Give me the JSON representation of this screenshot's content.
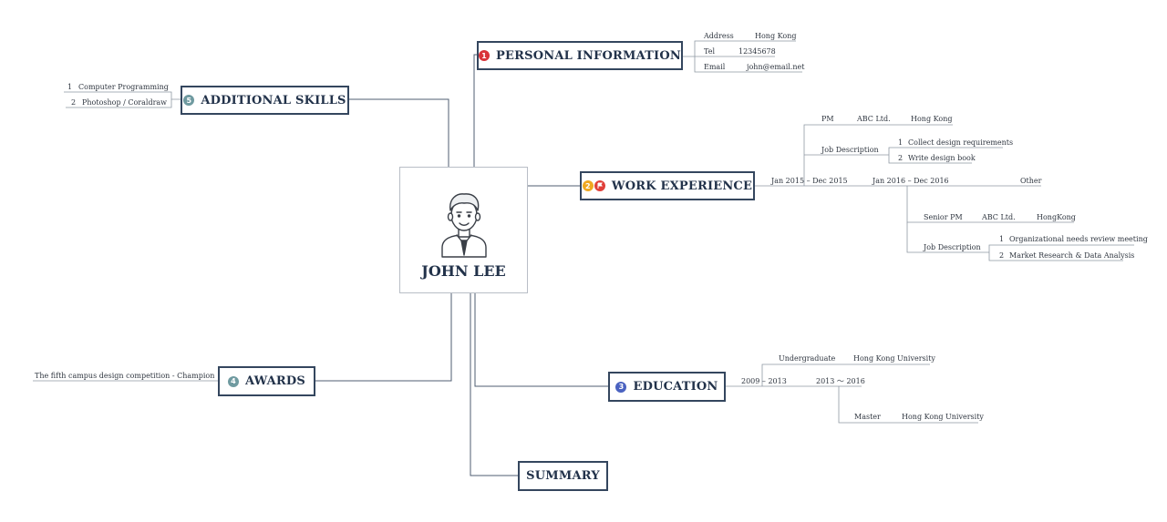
{
  "center": {
    "name": "JOHN LEE",
    "avatar_icon": "man-avatar-icon"
  },
  "colors": {
    "line": "#34465e",
    "thin": "#9aa3ad",
    "badge1": "#d9343a",
    "badge2": "#f0a820",
    "badge3": "#4a62c0",
    "badge4": "#6f9aa0",
    "badge5": "#6f9aa0"
  },
  "branches": {
    "personal": {
      "badge": "1",
      "title": "PERSONAL INFORMATION",
      "rows": [
        {
          "key": "Address",
          "value": "Hong Kong"
        },
        {
          "key": "Tel",
          "value": "12345678"
        },
        {
          "key": "Email",
          "value": "john@email.net"
        }
      ]
    },
    "work": {
      "badge": "2",
      "flag_icon": "red-flag-icon",
      "title": "WORK EXPERIENCE",
      "period1": {
        "label": "Jan 2015 – Dec 2015",
        "role": "PM",
        "company": "ABC Ltd.",
        "location": "Hong Kong",
        "desc_label": "Job Description",
        "items": [
          {
            "num": "1",
            "text": "Collect design requirements"
          },
          {
            "num": "2",
            "text": "Write design book"
          }
        ]
      },
      "period2": {
        "label": "Jan 2016 – Dec 2016",
        "other": "Other",
        "role": "Senior PM",
        "company": "ABC Ltd.",
        "location": "HongKong",
        "desc_label": "Job Description",
        "items": [
          {
            "num": "1",
            "text": "Organizational needs review meeting"
          },
          {
            "num": "2",
            "text": "Market Research & Data Analysis"
          }
        ]
      }
    },
    "education": {
      "badge": "3",
      "title": "EDUCATION",
      "period1": {
        "label": "2009 – 2013",
        "degree": "Undergraduate",
        "school": "Hong Kong University"
      },
      "period2": {
        "label": "2013 ～ 2016",
        "degree": "Master",
        "school": "Hong Kong University"
      }
    },
    "awards": {
      "badge": "4",
      "title": "AWARDS",
      "items": [
        "The fifth campus design competition - Champion"
      ]
    },
    "skills": {
      "badge": "5",
      "title": "ADDITIONAL SKILLS",
      "items": [
        {
          "num": "1",
          "text": "Computer Programming"
        },
        {
          "num": "2",
          "text": "Photoshop / Coraldraw"
        }
      ]
    },
    "summary": {
      "title": "SUMMARY"
    }
  }
}
